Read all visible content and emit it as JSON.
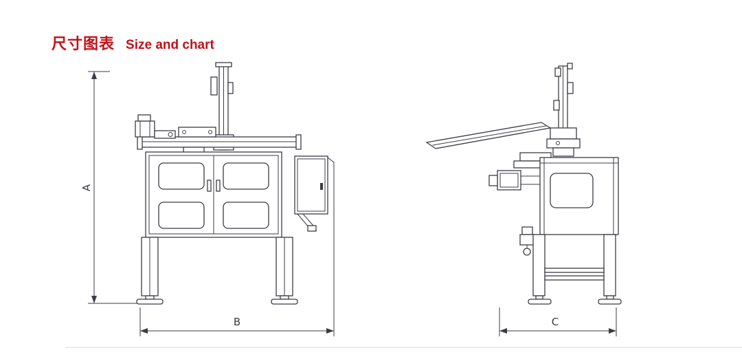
{
  "header": {
    "title_cn": "尺寸图表",
    "title_en": "Size and chart"
  },
  "dimensions": {
    "a": "A",
    "b": "B",
    "c": "C"
  },
  "colors": {
    "accent": "#c1121a",
    "line": "#3b3b43",
    "divider": "#dcdcdc",
    "background": "#ffffff"
  }
}
